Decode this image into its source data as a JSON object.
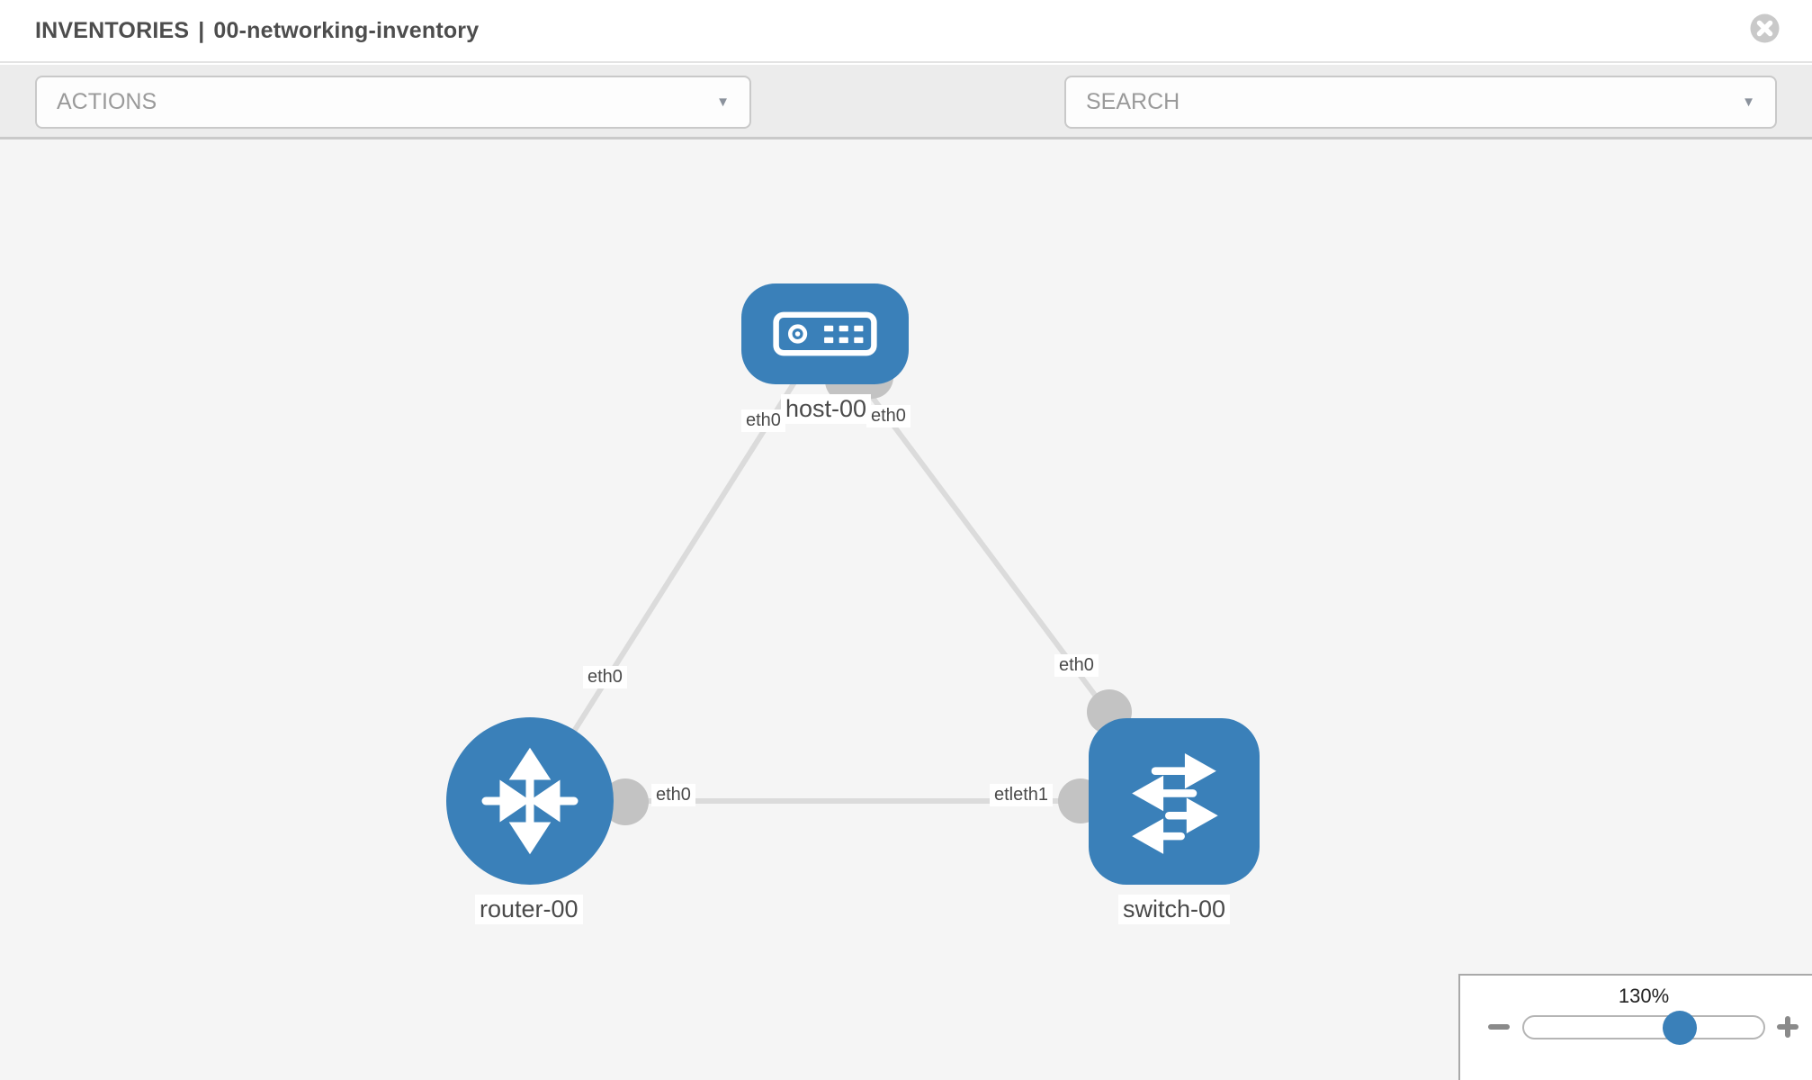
{
  "header": {
    "section": "INVENTORIES",
    "separator": "|",
    "inventory_name": "00-networking-inventory"
  },
  "toolbar": {
    "actions_label": "ACTIONS",
    "search_placeholder": "SEARCH",
    "icons": [
      "wrench-icon",
      "key-icon"
    ]
  },
  "topology": {
    "nodes": [
      {
        "id": "host-00",
        "type": "host",
        "label": "host-00"
      },
      {
        "id": "router-00",
        "type": "router",
        "label": "router-00"
      },
      {
        "id": "switch-00",
        "type": "switch",
        "label": "switch-00"
      }
    ],
    "links": [
      {
        "from": "host-00",
        "to": "router-00",
        "from_interface": "eth0",
        "to_interface": "eth0"
      },
      {
        "from": "host-00",
        "to": "switch-00",
        "from_interface": "eth0",
        "to_interface": "eth0"
      },
      {
        "from": "router-00",
        "to": "switch-00",
        "from_interface": "eth0",
        "to_interface": "etleth1"
      }
    ],
    "interface_labels": [
      {
        "text": "eth0"
      },
      {
        "text": "eth0"
      },
      {
        "text": "eth0"
      },
      {
        "text": "eth0"
      },
      {
        "text": "eth0"
      },
      {
        "text": "etleth1"
      }
    ]
  },
  "zoom_control": {
    "value": "130%",
    "slider_position_percent": 64
  },
  "colors": {
    "node_blue": "#3a80b9",
    "link_gray": "#dbdbdb",
    "interface_bubble_gray": "#c3c3c3",
    "canvas_background": "#f5f5f5",
    "toolbar_background": "#ececec",
    "text_dark_gray": "#4d4d4d",
    "placeholder_gray": "#9a9a9a",
    "tool_icon_slate": "#6d747d"
  }
}
